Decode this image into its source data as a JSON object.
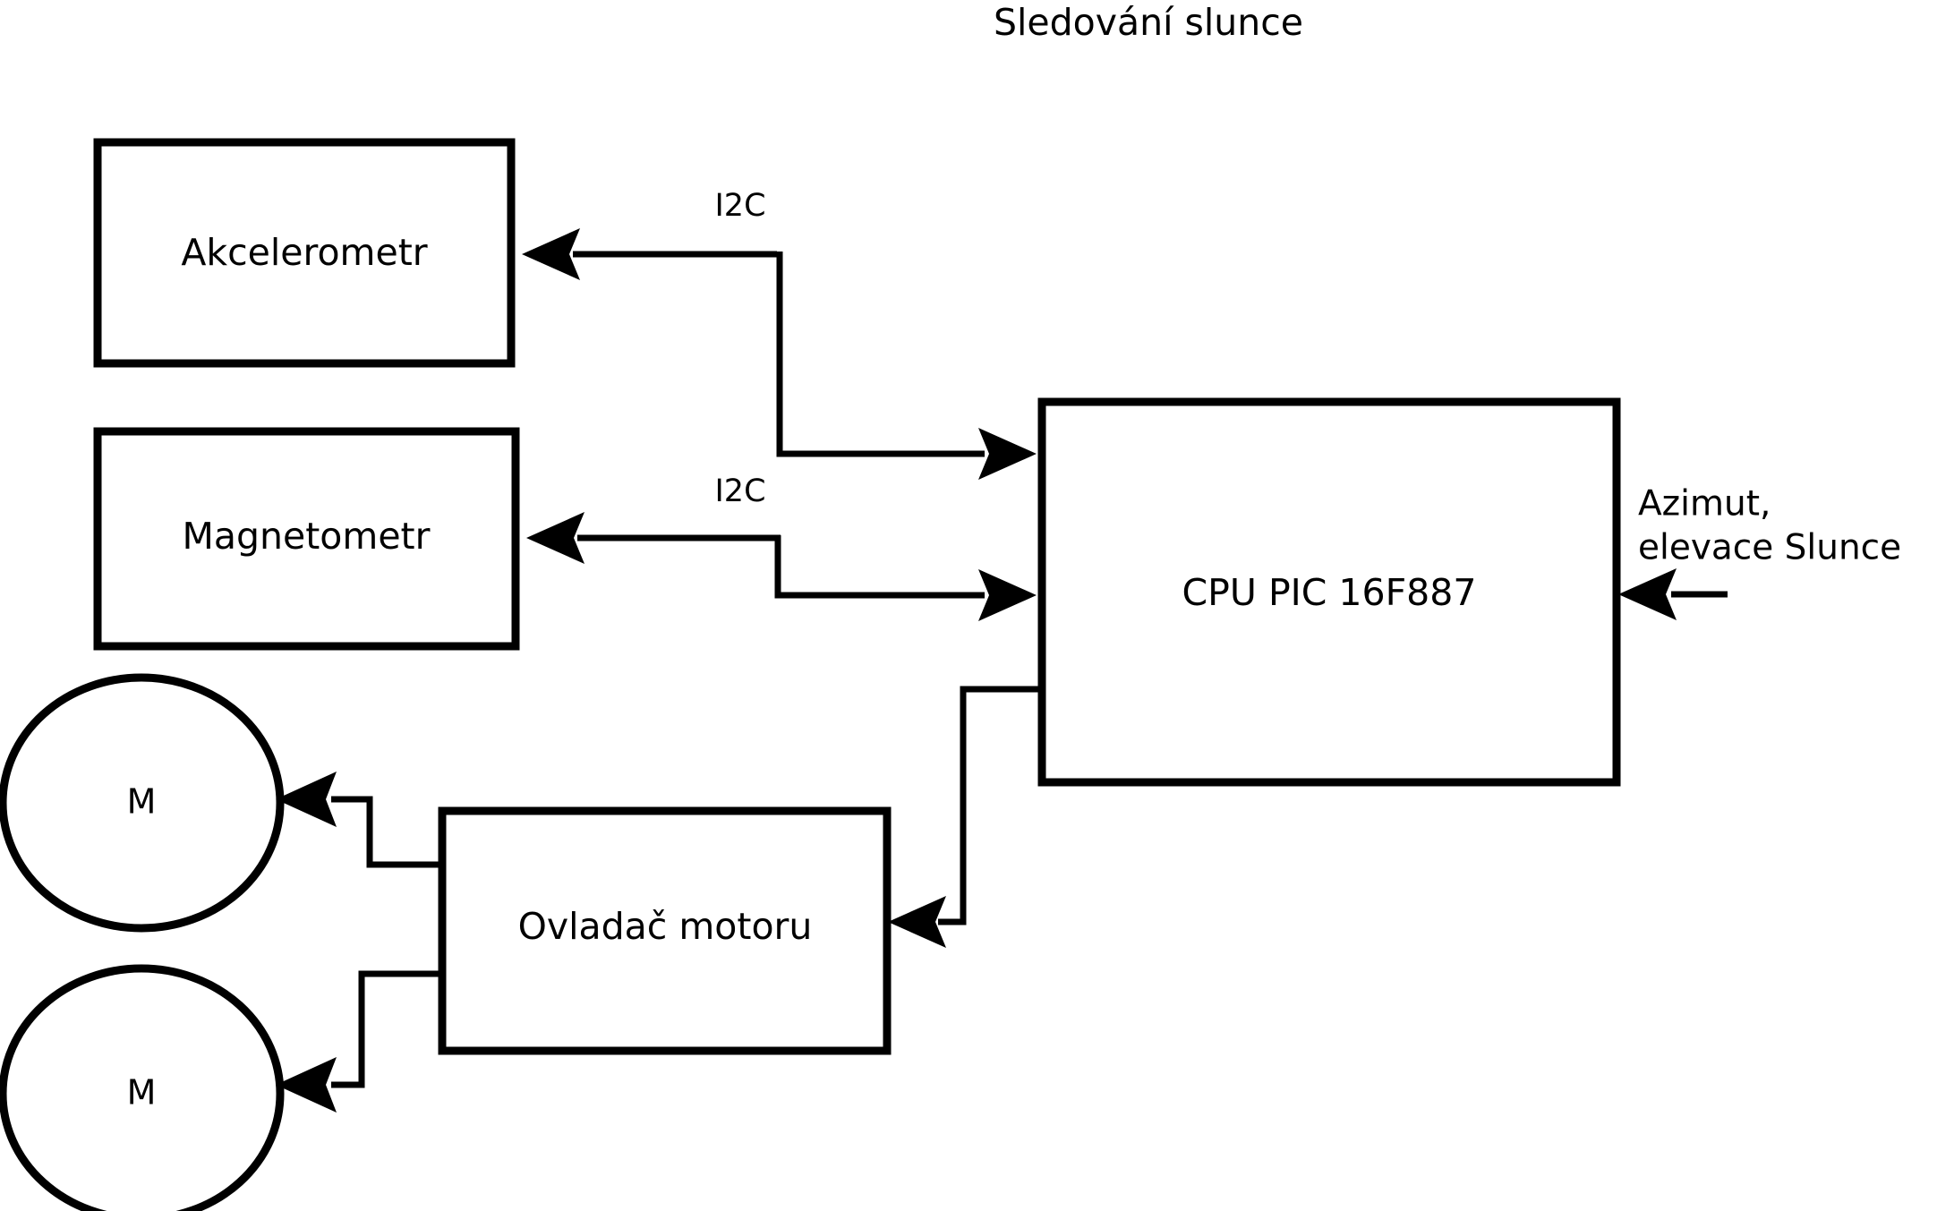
{
  "title": "Sledování slunce",
  "colors": {
    "stroke": "#000000",
    "background": "#ffffff"
  },
  "nodes": {
    "accelerometer": {
      "label": "Akcelerometr"
    },
    "magnetometer": {
      "label": "Magnetometr"
    },
    "cpu": {
      "label": "CPU PIC 16F887"
    },
    "motor_driver": {
      "label": "Ovladač motoru"
    },
    "motor_top": {
      "label": "M"
    },
    "motor_bottom": {
      "label": "M"
    }
  },
  "edge_labels": {
    "i2c_accelerometer": "I2C",
    "i2c_magnetometer": "I2C"
  },
  "external_input": {
    "line1": "Azimut,",
    "line2": "elevace Slunce"
  }
}
